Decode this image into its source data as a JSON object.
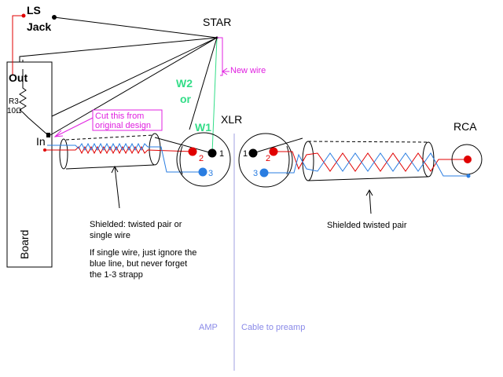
{
  "labels": {
    "ls_jack_1": "LS",
    "ls_jack_2": "Jack",
    "star": "STAR",
    "new_wire": "New wire",
    "out": "Out",
    "r3": "R3",
    "r3_value": "10Ω",
    "w2": "W2",
    "or": "or",
    "w1": "W1",
    "xlr": "XLR",
    "rca": "RCA",
    "cut_1": "Cut this from",
    "cut_2": "original design",
    "in": "In",
    "board": "Board",
    "pin1_left": "1",
    "pin2_left": "2",
    "pin3_left": "3",
    "pin1_right": "1",
    "pin2_right": "2",
    "pin3_right": "3",
    "shielded_left_1": "Shielded: twisted pair or",
    "shielded_left_2": "single wire",
    "note_1": "If single wire, just ignore the",
    "note_2": "blue line, but never forget",
    "note_3": "the 1-3 strapp",
    "shielded_right": "Shielded twisted pair",
    "amp": "AMP",
    "cable": "Cable to preamp"
  },
  "colors": {
    "red": "#e00000",
    "blue": "#2a7de1",
    "green": "#33dd88",
    "magenta": "#e020e0",
    "label_blue": "#8a8ae8",
    "divider": "#a0a0e0"
  }
}
